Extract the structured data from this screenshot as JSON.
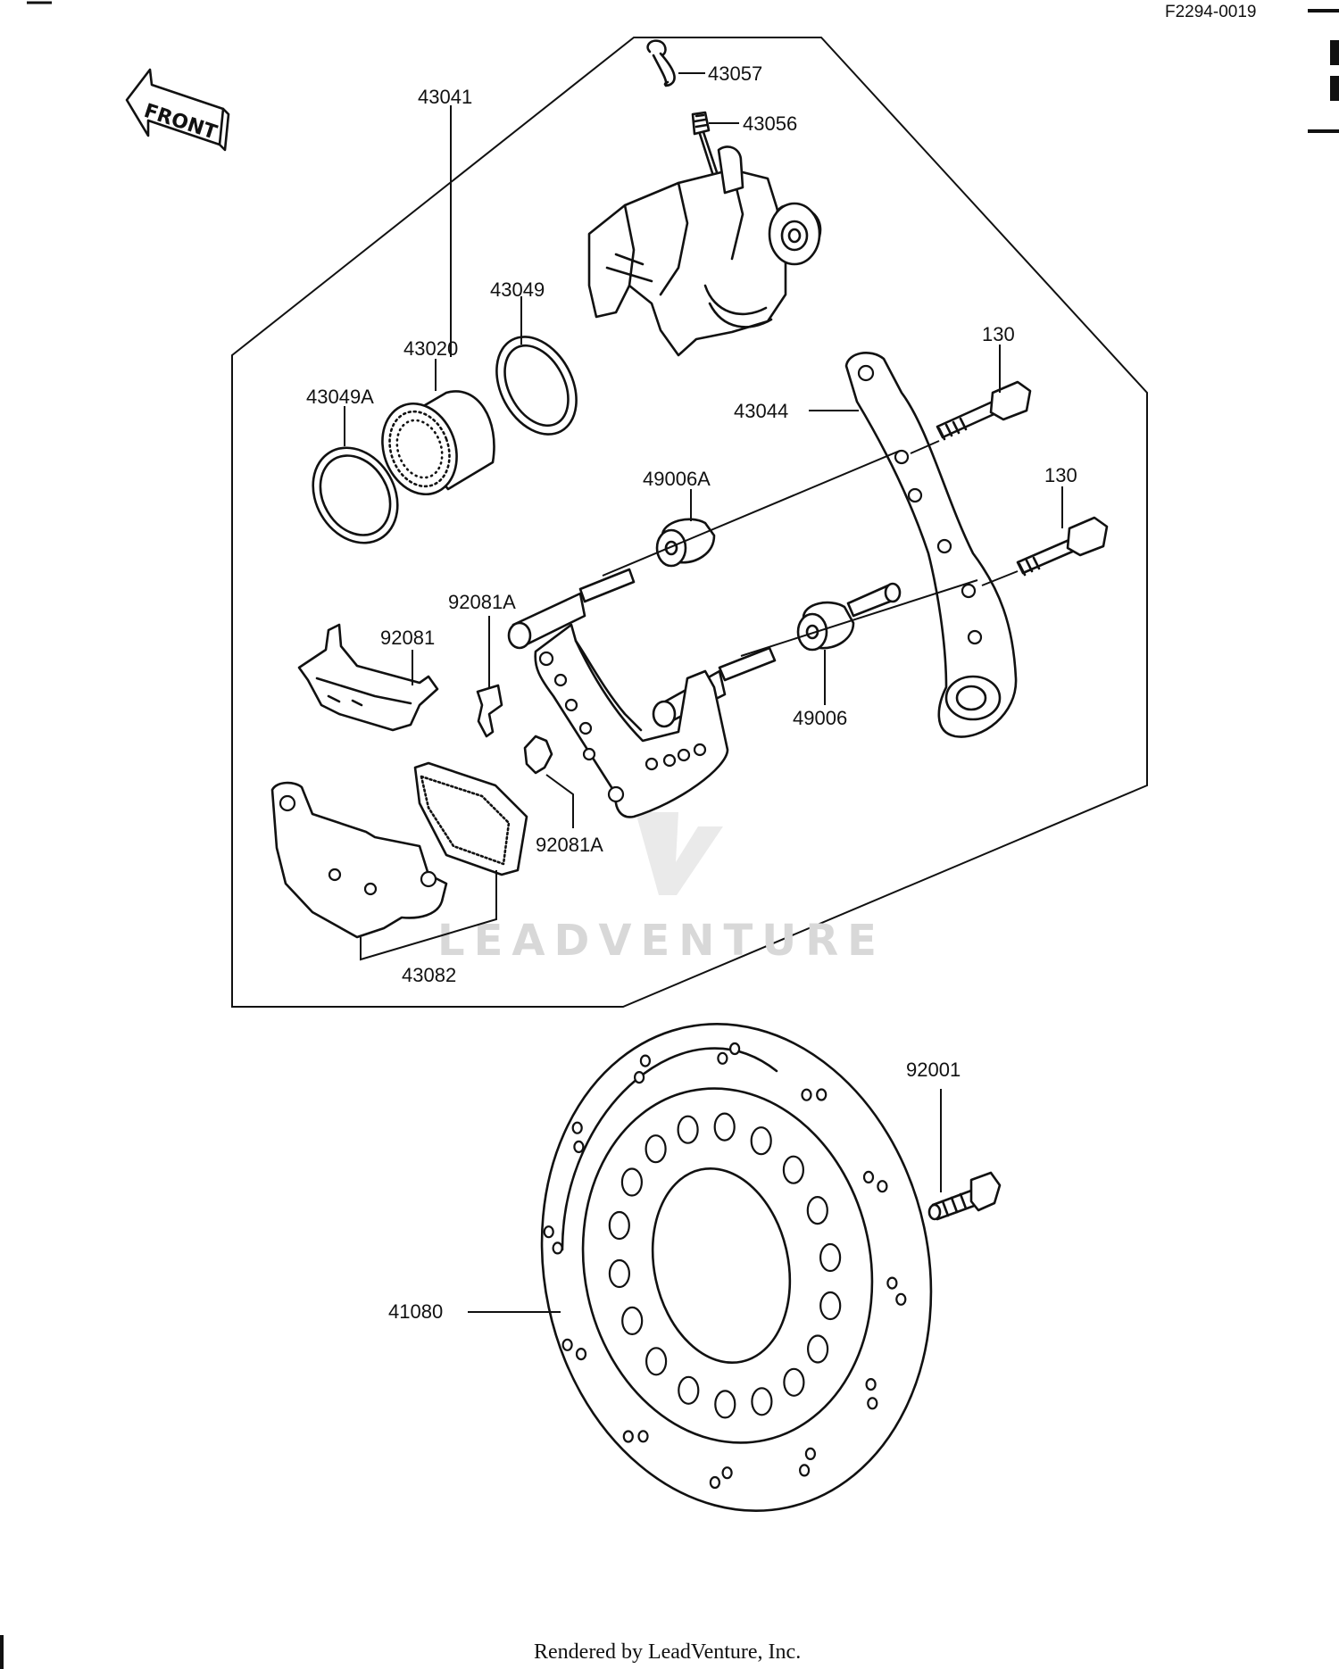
{
  "diagram_code": "F2294-0019",
  "front_label": "FRONT",
  "watermark": "LEADVENTURE",
  "footer": "Rendered by LeadVenture, Inc.",
  "parts": {
    "p43041": "43041",
    "p43057": "43057",
    "p43056": "43056",
    "p43049": "43049",
    "p43020": "43020",
    "p43049A": "43049A",
    "p130a": "130",
    "p43044": "43044",
    "p130b": "130",
    "p49006A": "49006A",
    "p92081A_top": "92081A",
    "p92081": "92081",
    "p49006": "49006",
    "p92081A_bottom": "92081A",
    "p43082": "43082",
    "p92001": "92001",
    "p41080": "41080"
  }
}
